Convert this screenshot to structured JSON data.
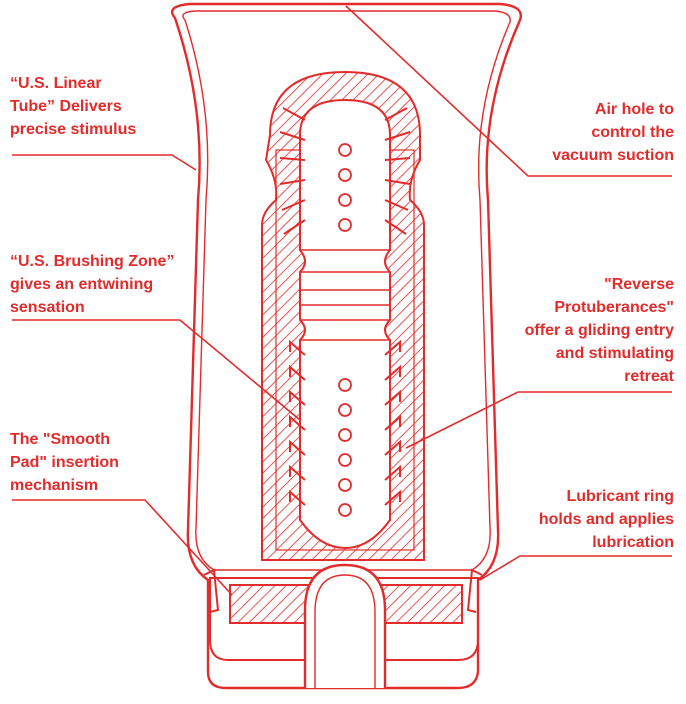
{
  "colors": {
    "line": "#e32b2b",
    "text": "#e32b2b",
    "background": "#ffffff"
  },
  "callouts": {
    "linear_tube": "“U.S. Linear\nTube” Delivers\nprecise stimulus",
    "air_hole": "Air hole to\ncontrol the\nvacuum suction",
    "brushing_zone": "“U.S. Brushing Zone”\ngives an entwining\nsensation",
    "reverse_protuberances": "\"Reverse\nProtuberances\"\noffer a gliding entry\nand stimulating\nretreat",
    "smooth_pad": "The \"Smooth\nPad\" insertion\nmechanism",
    "lubricant_ring": "Lubricant ring\nholds and applies\nlubrication"
  }
}
